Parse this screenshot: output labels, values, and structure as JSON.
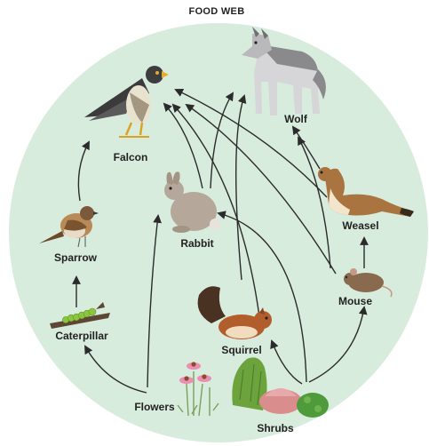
{
  "title": "FOOD WEB",
  "colors": {
    "background_circle": "#d8ecdd",
    "arrow": "#2b2b2b",
    "label": "#222222"
  },
  "organisms": [
    {
      "key": "falcon",
      "label": "Falcon",
      "icon": "falcon-icon"
    },
    {
      "key": "wolf",
      "label": "Wolf",
      "icon": "wolf-icon"
    },
    {
      "key": "rabbit",
      "label": "Rabbit",
      "icon": "rabbit-icon"
    },
    {
      "key": "weasel",
      "label": "Weasel",
      "icon": "weasel-icon"
    },
    {
      "key": "sparrow",
      "label": "Sparrow",
      "icon": "sparrow-icon"
    },
    {
      "key": "mouse",
      "label": "Mouse",
      "icon": "mouse-icon"
    },
    {
      "key": "caterpillar",
      "label": "Caterpillar",
      "icon": "caterpillar-icon"
    },
    {
      "key": "squirrel",
      "label": "Squirrel",
      "icon": "squirrel-icon"
    },
    {
      "key": "flowers",
      "label": "Flowers",
      "icon": "flowers-icon"
    },
    {
      "key": "shrubs",
      "label": "Shrubs",
      "icon": "shrubs-icon"
    }
  ],
  "energy_flows": [
    {
      "from": "flowers",
      "to": "caterpillar"
    },
    {
      "from": "flowers",
      "to": "rabbit"
    },
    {
      "from": "caterpillar",
      "to": "sparrow"
    },
    {
      "from": "sparrow",
      "to": "falcon"
    },
    {
      "from": "shrubs",
      "to": "rabbit"
    },
    {
      "from": "shrubs",
      "to": "squirrel"
    },
    {
      "from": "shrubs",
      "to": "mouse"
    },
    {
      "from": "rabbit",
      "to": "falcon"
    },
    {
      "from": "rabbit",
      "to": "wolf"
    },
    {
      "from": "squirrel",
      "to": "falcon"
    },
    {
      "from": "squirrel",
      "to": "wolf"
    },
    {
      "from": "mouse",
      "to": "falcon"
    },
    {
      "from": "mouse",
      "to": "weasel"
    },
    {
      "from": "mouse",
      "to": "wolf"
    },
    {
      "from": "weasel",
      "to": "falcon"
    },
    {
      "from": "weasel",
      "to": "wolf"
    }
  ]
}
